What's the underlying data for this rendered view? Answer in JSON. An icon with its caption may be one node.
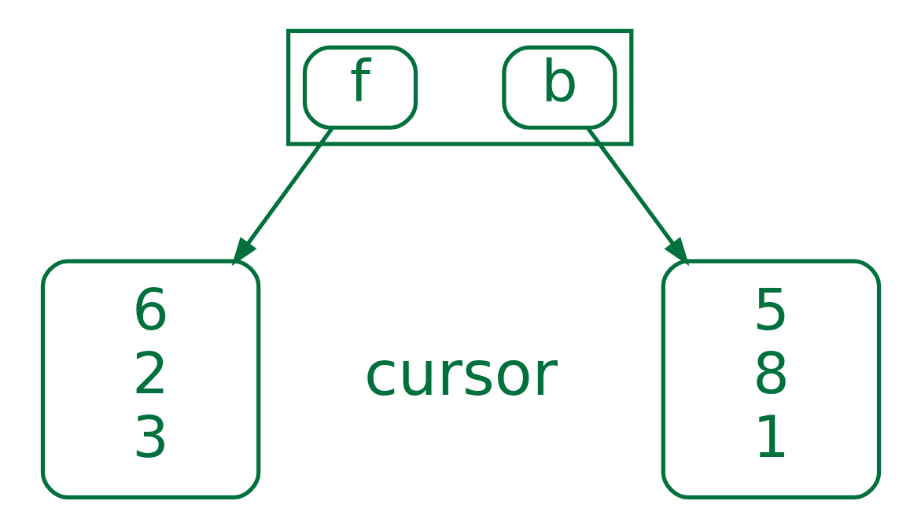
{
  "diagram": {
    "nodes": [
      {
        "text": [],
        "shape": "box"
      },
      {
        "text": [
          "f"
        ],
        "in": 0
      },
      {
        "text": [
          "b"
        ],
        "in": 0
      },
      {
        "text": [
          "6",
          "2",
          "3"
        ]
      },
      {
        "text": [
          "5",
          "8",
          "1"
        ]
      }
    ],
    "edges": [
      {
        "from": 1,
        "to": 3,
        "arrow": "to"
      },
      {
        "from": 2,
        "to": 4,
        "arrow": "to"
      }
    ],
    "labels": [
      "cursor"
    ]
  }
}
